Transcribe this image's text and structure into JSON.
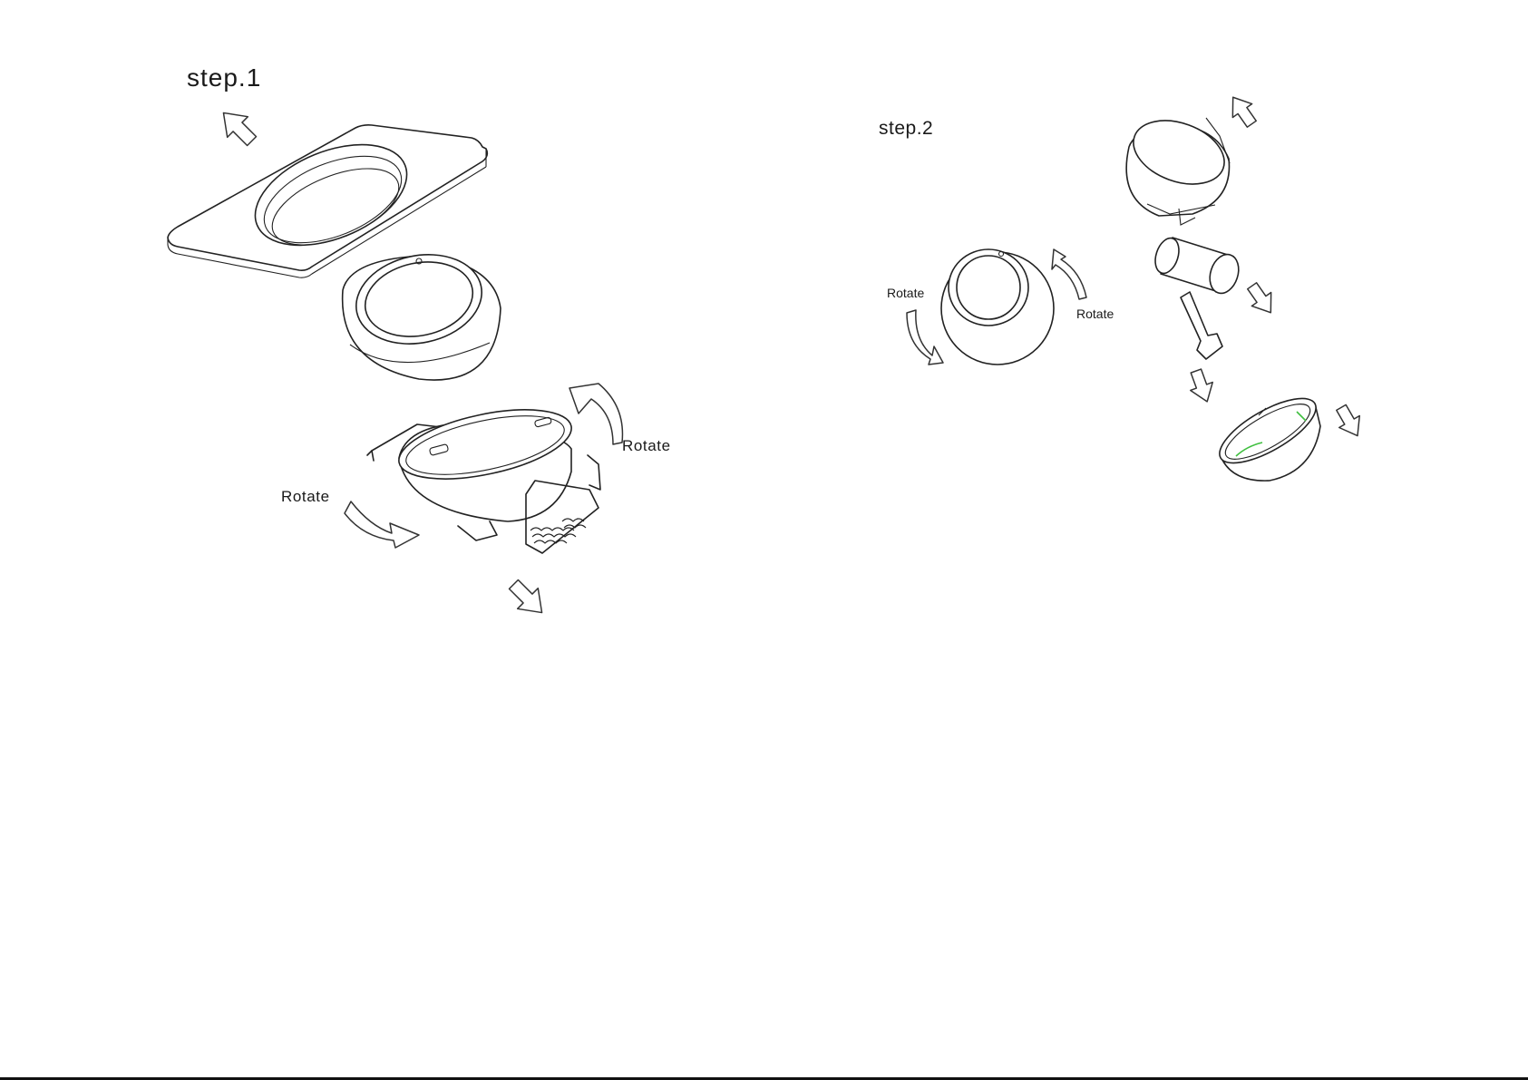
{
  "step1": {
    "title": "step.1",
    "rotate_left": "Rotate",
    "rotate_right": "Rotate"
  },
  "step2": {
    "title": "step.2",
    "rotate_left": "Rotate",
    "rotate_right": "Rotate"
  },
  "colors": {
    "line": "#222222",
    "accent_green": "#3fbf3f",
    "background": "#ffffff"
  }
}
